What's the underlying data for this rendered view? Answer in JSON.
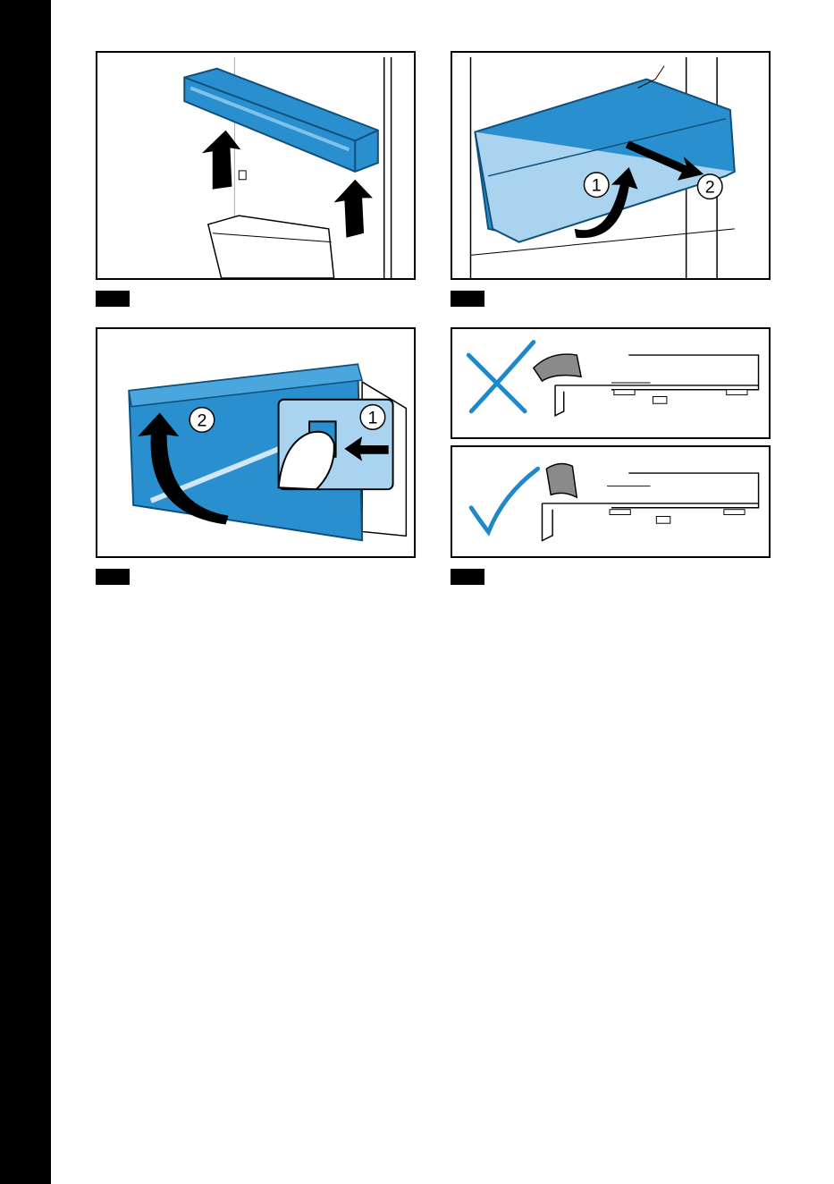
{
  "figures": [
    {
      "id": "fig-1",
      "callouts": []
    },
    {
      "id": "fig-2",
      "callouts": [
        "1",
        "2"
      ]
    },
    {
      "id": "fig-3",
      "callouts": [
        "2",
        "1"
      ]
    },
    {
      "id": "fig-4",
      "callouts": []
    }
  ],
  "colors": {
    "accent_blue": "#1e88c8",
    "light_blue": "#a9d3ee",
    "label_box": "#000000",
    "edge_bar": "#000000"
  },
  "icons": [
    "up-arrow-icon",
    "curved-arrow-icon",
    "cross-icon",
    "checkmark-icon",
    "finger-press-icon"
  ]
}
